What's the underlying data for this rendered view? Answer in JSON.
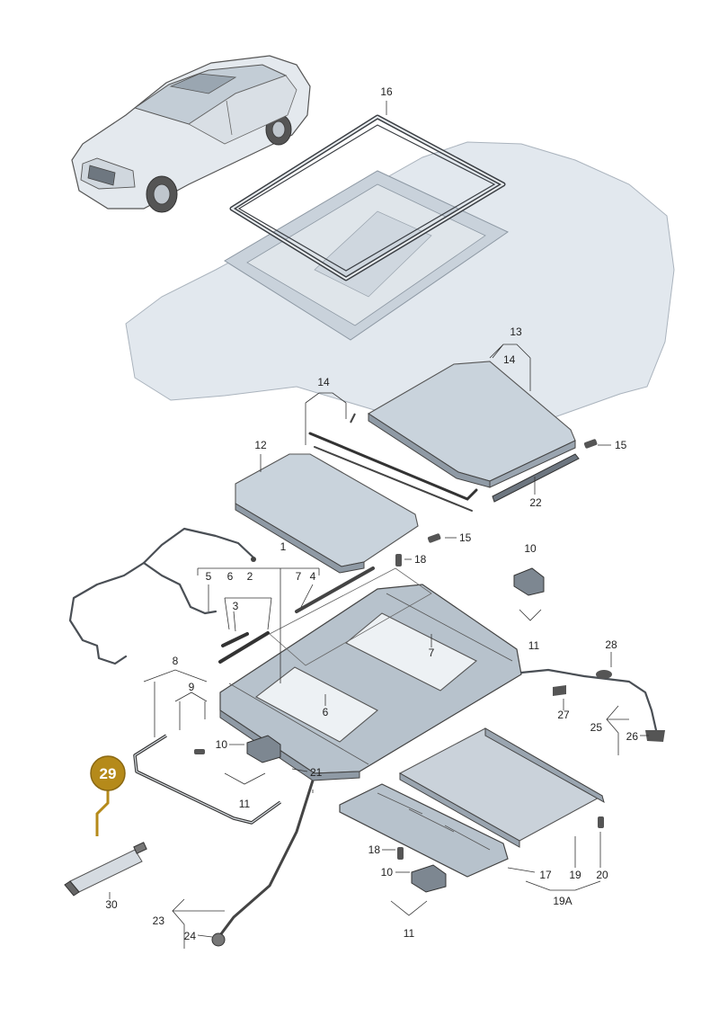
{
  "diagram": {
    "callout": {
      "number": "29",
      "color": "#b58a1a"
    },
    "labels": {
      "l16": "16",
      "l13": "13",
      "l14a": "14",
      "l14b": "14",
      "l15a": "15",
      "l15b": "15",
      "l12": "12",
      "l22": "22",
      "l1": "1",
      "l18a": "18",
      "l18b": "18",
      "l5": "5",
      "l6": "6",
      "l2": "2",
      "l7a": "7",
      "l4": "4",
      "l3": "3",
      "l10a": "10",
      "l10b": "10",
      "l10c": "10",
      "l11a": "11",
      "l11b": "11",
      "l11c": "11",
      "l7b": "7",
      "l28": "28",
      "l27": "27",
      "l25": "25",
      "l26": "26",
      "l8": "8",
      "l9": "9",
      "l6b": "6",
      "l21": "21",
      "l17": "17",
      "l19": "19",
      "l20": "20",
      "l19A": "19A",
      "l30": "30",
      "l23": "23",
      "l24": "24"
    }
  }
}
